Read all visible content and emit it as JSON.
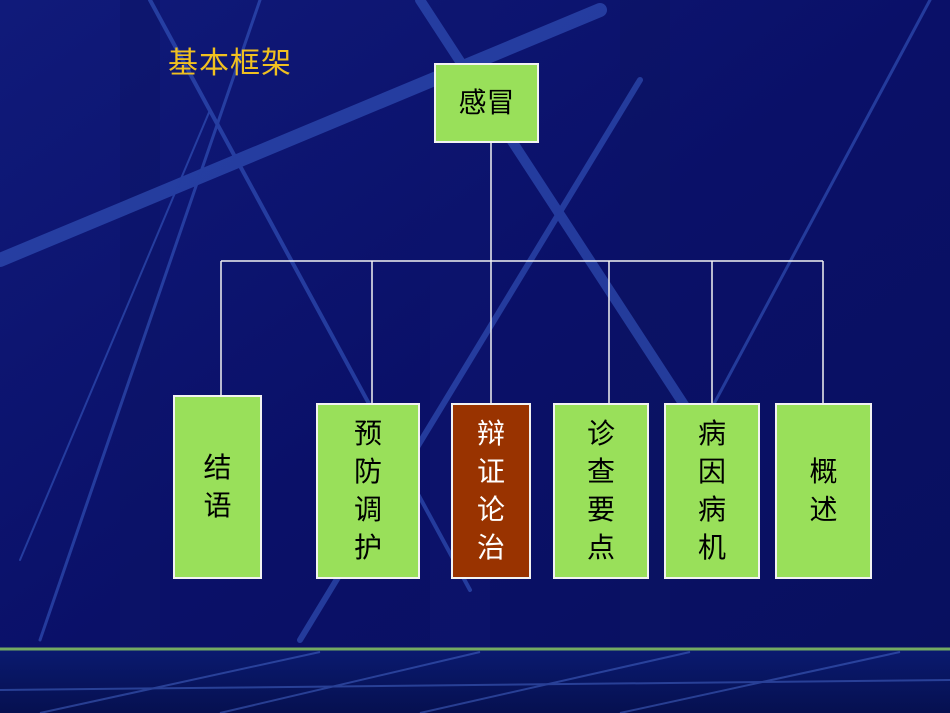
{
  "slide": {
    "title": "基本框架",
    "colors": {
      "background": "#0a1070",
      "title": "#f0c020",
      "box": "#99e05a",
      "active_box": "#993300",
      "line": "#f2f2f2"
    }
  },
  "diagram": {
    "root": {
      "label": "感冒"
    },
    "children": [
      {
        "label": "结语",
        "chars": [
          "结",
          "语"
        ],
        "active": false
      },
      {
        "label": "预防调护",
        "chars": [
          "预",
          "防",
          "调",
          "护"
        ],
        "active": false
      },
      {
        "label": "辩证论治",
        "chars": [
          "辩",
          "证",
          "论",
          "治"
        ],
        "active": true
      },
      {
        "label": "诊查要点",
        "chars": [
          "诊",
          "查",
          "要",
          "点"
        ],
        "active": false
      },
      {
        "label": "病因病机",
        "chars": [
          "病",
          "因",
          "病",
          "机"
        ],
        "active": false
      },
      {
        "label": "概述",
        "chars": [
          "概",
          "述"
        ],
        "active": false
      }
    ]
  }
}
